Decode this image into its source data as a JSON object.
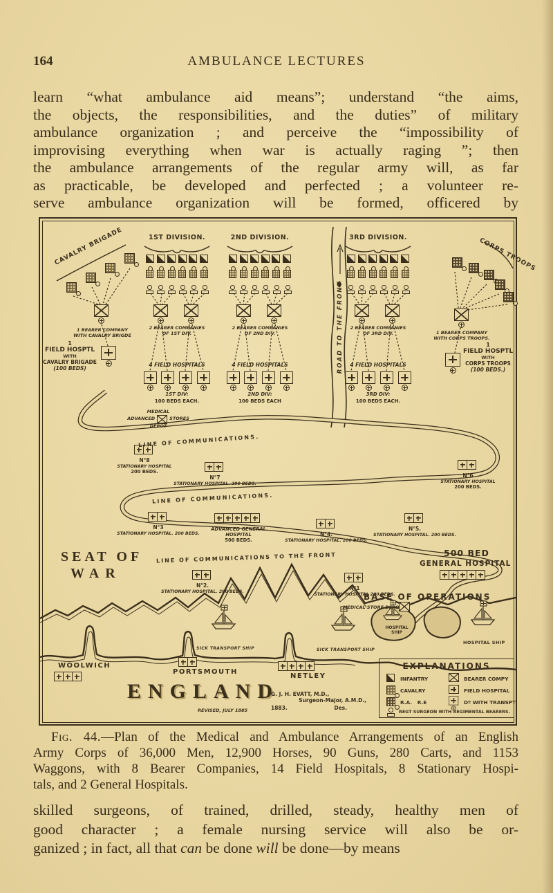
{
  "page": {
    "number": "164",
    "running_title": "AMBULANCE LECTURES"
  },
  "paragraph_top": {
    "line1": "learn “what ambulance aid means”; understand “the aims,",
    "line2": "the objects, the responsibilities, and the duties” of military",
    "line3": "ambulance organization ;  and perceive the “impossibility of",
    "line4": "improvising everything when war is actually raging ”;  then",
    "line5": "the ambulance arrangements of the regular army will, as far",
    "line6": "as practicable, be developed and perfected ;  a volunteer re-",
    "line7": "serve ambulance organization will be formed, officered by"
  },
  "figure": {
    "cavalry": {
      "group_label": "CAVALRY BRIGADE",
      "bearer_line1": "1 BEARER COMPANY",
      "bearer_line2": "WITH CAVALRY BRIGDE",
      "hosp_line1": "1",
      "hosp_line2": "FIELD HOSPTL",
      "hosp_line3": "WITH",
      "hosp_line4": "CAVALRY BRIGADE",
      "hosp_line5": "(100 BEDS)"
    },
    "divisions": [
      {
        "title": "1ST DIVISION.",
        "bearer_line1": "2 BEARER COMPANIES",
        "bearer_line2": "OF 1ST DIV.",
        "hospitals_label": "4 FIELD HOSPITALS",
        "div_label": "1ST DIV:",
        "beds_label": "100 BEDS EACH."
      },
      {
        "title": "2ND DIVISION.",
        "bearer_line1": "2 BEARER COMPANIES",
        "bearer_line2": "OF 2ND DIV.",
        "hospitals_label": "4 FIELD HOSPITALS",
        "div_label": "2ND DIV:",
        "beds_label": "100 BEDS EACH"
      },
      {
        "title": "3RD DIVISION.",
        "bearer_line1": "2 BEARER COMPANIES",
        "bearer_line2": "OF 3RD DIV.",
        "hospitals_label": "4 FIELD HOSPITALS",
        "div_label": "3RD DIV:",
        "beds_label": "100 BEDS EACH."
      }
    ],
    "road_to_front_label": "ROAD TO THE FRONT",
    "corps": {
      "group_label": "CORPS TROOPS",
      "bearer_line1": "1 BEARER COMPANY",
      "bearer_line2": "WITH CORPS TROOPS.",
      "hosp_line1": "1",
      "hosp_line2": "FIELD HOSPTL",
      "hosp_line3": "WITH",
      "hosp_line4": "CORPS TROOPS",
      "hosp_line5": "(100 BEDS.)"
    },
    "advanced_depot": {
      "line1": "MEDICAL",
      "word_left": "ADVANCED",
      "word_right": "STORES",
      "line3": "DEPOT"
    },
    "loc1": "LINE OF COMMUNICATIONS.",
    "loc2": "LINE OF COMMUNICATIONS.",
    "loc3": "LINE OF COMMUNICATIONS TO THE FRONT",
    "hospitals": {
      "no8": {
        "name": "N°8",
        "sub1": "STATIONARY HOSPITAL",
        "sub2": "200 BEDS."
      },
      "no7": {
        "name": "N°7",
        "sub1": "STATIONARY HOSPITAL. 200 BEDS."
      },
      "no6": {
        "name": "N°6",
        "sub1": "STATIONARY HOSPITAL",
        "sub2": "200 BEDS."
      },
      "no3": {
        "name": "N°3",
        "sub1": "STATIONARY HOSPITAL. 200 BEDS."
      },
      "agh": {
        "name": "ADVANCED GENERAL HOSPITAL",
        "sub1": "500 BEDS."
      },
      "no4": {
        "name": "N°4.",
        "sub1": "STATIONARY HOSPITAL. 200 BEDS."
      },
      "no5": {
        "name": "N°5.",
        "sub1": "STATIONARY HOSPITAL. 200 BEDS."
      },
      "no2": {
        "name": "N°2.",
        "sub1": "STATIONARY HOSPITAL. 200 BEDS."
      },
      "no1": {
        "name": "N°1",
        "sub1": "STATIONARY HOSPITAL 200 BEDS."
      }
    },
    "seat_of_war_line1": "SEAT OF",
    "seat_of_war_line2": "WAR",
    "general_hospital": {
      "line1": "500 BED",
      "line2": "GENERAL HOSPITAL"
    },
    "base_label": "BASE OF OPERATIONS",
    "store_depot_label": "MEDICAL STORE DEPOT",
    "ships": {
      "sick1": "SICK TRANSPORT SHIP",
      "sick2": "SICK TRANSPORT SHIP",
      "island_line1": "HOSPITAL",
      "island_line2": "SHIP",
      "right": "HOSPITAL SHIP"
    },
    "england": {
      "name": "ENGLAND",
      "woolwich": "WOOLWICH",
      "portsmouth": "PORTSMOUTH",
      "netley": "NETLEY",
      "revised": "REVISED, JULY 1885",
      "credit1": "G. J. H. EVATT, M.D.,",
      "credit2": "Surgeon-Major, A.M.D.,",
      "credit3": "1883.",
      "credit4": "Des."
    },
    "legend": {
      "title": "EXPLANATIONS",
      "infantry": "INFANTRY",
      "bearer": "BEARER COMPY",
      "cavalry": "CAVALRY",
      "field_hospital": "FIELD HOSPITAL",
      "ra_re": "R.A.   R.E",
      "transport": "Dº WITH TRANSPT",
      "surgeon": "REGT SURGEON WITH REGIMENTAL BEARERS."
    }
  },
  "caption": {
    "fig_label": "Fig. 44.",
    "line1_rest": "—Plan of the Medical and Ambulance Arrangements of an English",
    "line2": "Army Corps of 36,000 Men, 12,900 Horses, 90 Guns, 280 Carts, and 1153",
    "line3": "Waggons, with 8 Bearer Companies, 14 Field Hospitals, 8 Stationary Hospi-",
    "line4": "tals, and 2 General Hospitals."
  },
  "paragraph_bottom": {
    "line1": "skilled surgeons, of trained, drilled,  steady, healthy men of",
    "line2": "good character ;  a female nursing service will also be or-",
    "line3a": "ganized ;  in fact, all that ",
    "line3b": "can",
    "line3c": " be done ",
    "line3d": "will",
    "line3e": " be done—by means"
  },
  "colors": {
    "paper": "#e9d7a2",
    "ink": "#3a2f1c"
  }
}
